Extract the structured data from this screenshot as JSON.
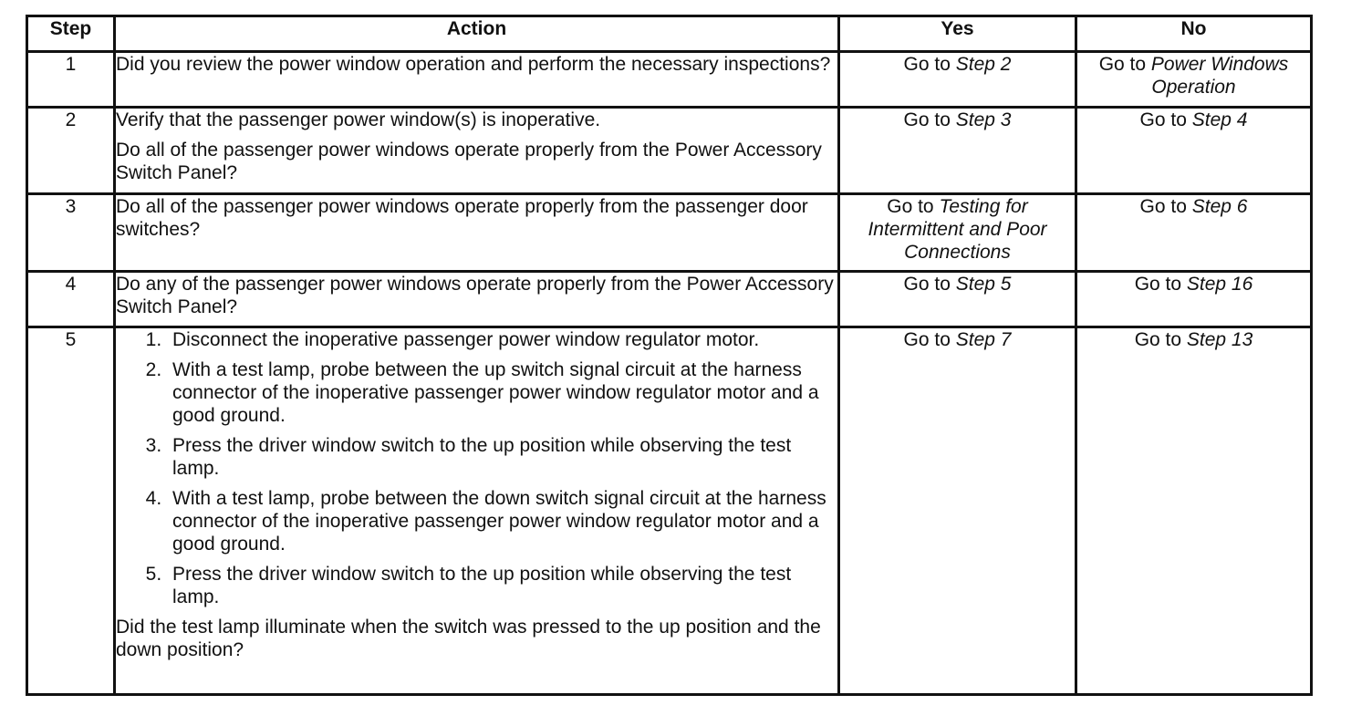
{
  "headers": {
    "step": "Step",
    "action": "Action",
    "yes": "Yes",
    "no": "No"
  },
  "rows": [
    {
      "step": "1",
      "action": [
        "Did you review the power window operation and perform the necessary inspections?"
      ],
      "list": [],
      "question": "",
      "yes": {
        "prefix": "Go to ",
        "ref": "Step 2"
      },
      "no": {
        "prefix": "Go to ",
        "ref": "Power Windows Operation"
      }
    },
    {
      "step": "2",
      "action": [
        "Verify that the passenger power window(s) is inoperative.",
        "Do all of the passenger power windows operate properly from the Power Accessory Switch Panel?"
      ],
      "list": [],
      "question": "",
      "yes": {
        "prefix": "Go to ",
        "ref": "Step 3"
      },
      "no": {
        "prefix": "Go to ",
        "ref": "Step 4"
      }
    },
    {
      "step": "3",
      "action": [
        "Do all of the passenger power windows operate properly from the passenger door switches?"
      ],
      "list": [],
      "question": "",
      "yes": {
        "prefix": "Go to ",
        "ref": "Testing for Intermittent and Poor Connections"
      },
      "no": {
        "prefix": "Go to ",
        "ref": "Step 6"
      }
    },
    {
      "step": "4",
      "action": [
        "Do any of the passenger power windows operate properly from the Power Accessory Switch Panel?"
      ],
      "list": [],
      "question": "",
      "yes": {
        "prefix": "Go to ",
        "ref": "Step 5"
      },
      "no": {
        "prefix": "Go to ",
        "ref": "Step 16"
      }
    },
    {
      "step": "5",
      "action": [],
      "list": [
        "Disconnect the inoperative passenger power window regulator motor.",
        "With a test lamp, probe between the up switch signal circuit at the harness connector of the inoperative passenger power window regulator motor and a good ground.",
        "Press the driver window switch to the up position while observing the test lamp.",
        "With a test lamp, probe between the down switch signal circuit at the harness connector of the inoperative passenger power window regulator motor and a good ground.",
        "Press the driver window switch to the up position while observing the test lamp."
      ],
      "question": "Did the test lamp illuminate when the switch was pressed to the up position and the down position?",
      "yes": {
        "prefix": "Go to ",
        "ref": "Step 7"
      },
      "no": {
        "prefix": "Go to ",
        "ref": "Step 13"
      }
    }
  ]
}
